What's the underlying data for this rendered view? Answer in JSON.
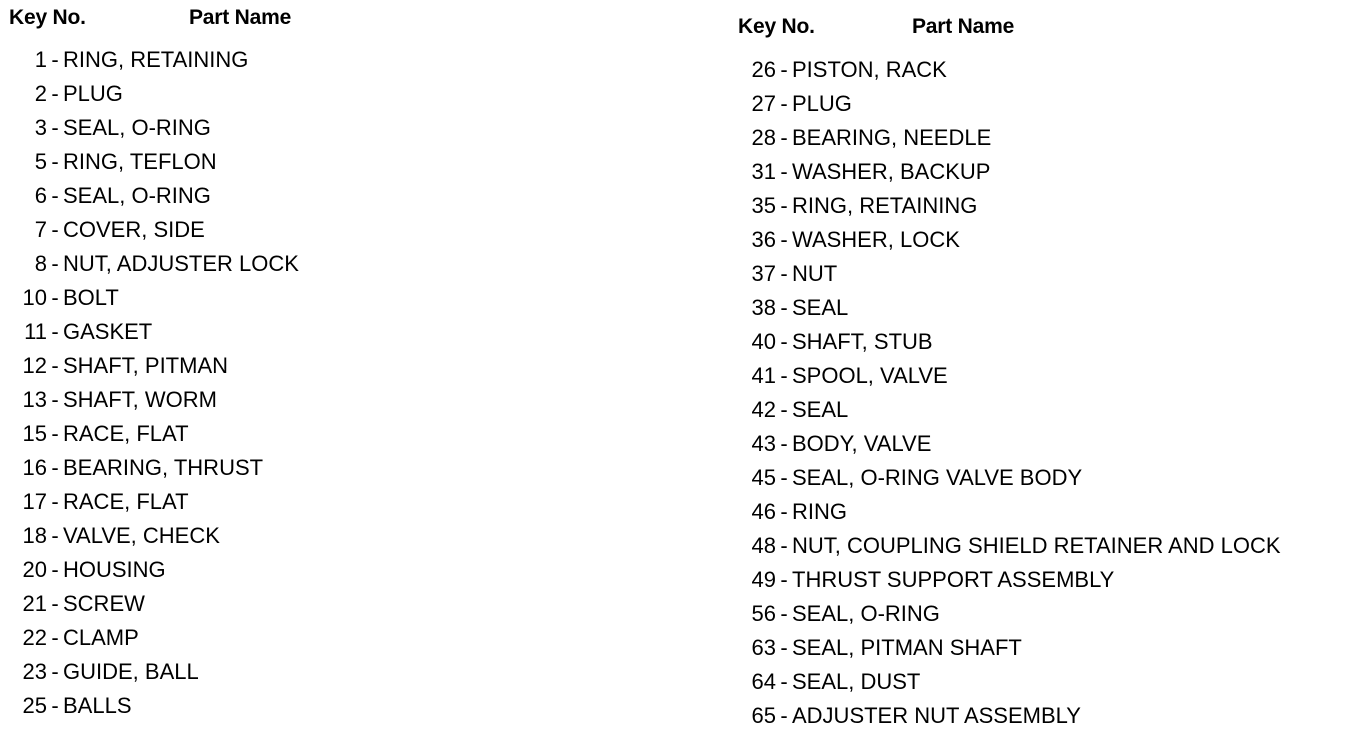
{
  "left_column": {
    "header": {
      "key_label": "Key No.",
      "name_label": "Part Name"
    },
    "items": [
      {
        "key": "1",
        "name": "RING, RETAINING"
      },
      {
        "key": "2",
        "name": "PLUG"
      },
      {
        "key": "3",
        "name": "SEAL, O-RING"
      },
      {
        "key": "5",
        "name": "RING, TEFLON"
      },
      {
        "key": "6",
        "name": "SEAL, O-RING"
      },
      {
        "key": "7",
        "name": "COVER, SIDE"
      },
      {
        "key": "8",
        "name": "NUT, ADJUSTER LOCK"
      },
      {
        "key": "10",
        "name": "BOLT"
      },
      {
        "key": "11",
        "name": "GASKET"
      },
      {
        "key": "12",
        "name": "SHAFT, PITMAN"
      },
      {
        "key": "13",
        "name": "SHAFT, WORM"
      },
      {
        "key": "15",
        "name": "RACE, FLAT"
      },
      {
        "key": "16",
        "name": "BEARING, THRUST"
      },
      {
        "key": "17",
        "name": "RACE, FLAT"
      },
      {
        "key": "18",
        "name": "VALVE, CHECK"
      },
      {
        "key": "20",
        "name": "HOUSING"
      },
      {
        "key": "21",
        "name": "SCREW"
      },
      {
        "key": "22",
        "name": "CLAMP"
      },
      {
        "key": "23",
        "name": "GUIDE, BALL"
      },
      {
        "key": "25",
        "name": "BALLS"
      }
    ]
  },
  "right_column": {
    "header": {
      "key_label": "Key No.",
      "name_label": "Part Name"
    },
    "items": [
      {
        "key": "26",
        "name": "PISTON, RACK"
      },
      {
        "key": "27",
        "name": "PLUG"
      },
      {
        "key": "28",
        "name": "BEARING, NEEDLE"
      },
      {
        "key": "31",
        "name": "WASHER, BACKUP"
      },
      {
        "key": "35",
        "name": "RING, RETAINING"
      },
      {
        "key": "36",
        "name": "WASHER, LOCK"
      },
      {
        "key": "37",
        "name": "NUT"
      },
      {
        "key": "38",
        "name": "SEAL"
      },
      {
        "key": "40",
        "name": "SHAFT, STUB"
      },
      {
        "key": "41",
        "name": "SPOOL, VALVE"
      },
      {
        "key": "42",
        "name": "SEAL"
      },
      {
        "key": "43",
        "name": "BODY, VALVE"
      },
      {
        "key": "45",
        "name": "SEAL, O-RING VALVE BODY"
      },
      {
        "key": "46",
        "name": "RING"
      },
      {
        "key": "48",
        "name": "NUT, COUPLING SHIELD RETAINER AND LOCK"
      },
      {
        "key": "49",
        "name": "THRUST SUPPORT ASSEMBLY"
      },
      {
        "key": "56",
        "name": "SEAL, O-RING"
      },
      {
        "key": "63",
        "name": "SEAL, PITMAN SHAFT"
      },
      {
        "key": "64",
        "name": "SEAL, DUST"
      },
      {
        "key": "65",
        "name": "ADJUSTER NUT ASSEMBLY"
      }
    ]
  },
  "separator": "-"
}
